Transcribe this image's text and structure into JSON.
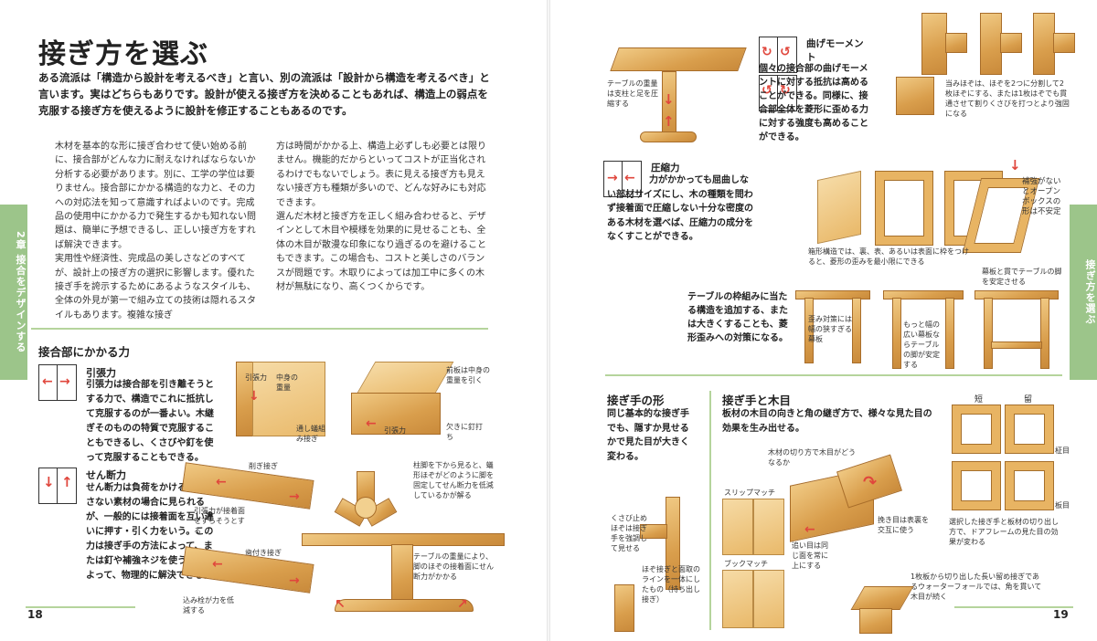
{
  "left": {
    "title": "接ぎ方を選ぶ",
    "lead": "ある流派は「構造から設計を考えるべき」と言い、別の流派は「設計から構造を考えるべき」と言います。実はどちらもありです。設計が使える接ぎ方を決めることもあれば、構造上の弱点を克服する接ぎ方を使えるように設計を修正することもあるのです。",
    "col1": "木材を基本的な形に接ぎ合わせて使い始める前に、接合部がどんな力に耐えなければならないか分析する必要があります。別に、工学の学位は要りません。接合部にかかる構造的な力と、その力への対応法を知って意識すればよいのです。完成品の使用中にかかる力で発生するかも知れない問題は、簡単に予想できるし、正しい接ぎ方をすれば解決できます。\n実用性や経済性、完成品の美しさなどのすべてが、設計上の接ぎ方の選択に影響します。優れた接ぎ手を誇示するためにあるようなスタイルも、全体の外見が第一で組み立ての技術は隠れるスタイルもあります。複雑な接ぎ",
    "col2": "方は時間がかかる上、構造上必ずしも必要とは限りません。機能的だからといってコストが正当化されるわけでもないでしょう。表に見える接ぎ方も見えない接ぎ方も種類が多いので、どんな好みにも対応できます。\n選んだ木材と接ぎ方を正しく組み合わせると、デザインとして木目や模様を効果的に見せることも、全体の木目が散漫な印象になり過ぎるのを避けることもできます。この場合も、コストと美しさのバランスが問題です。木取りによっては加工中に多くの木材が無駄になり、高くつくからです。",
    "section": "接合部にかかる力",
    "tension_title": "引張力",
    "tension_text": "引張力は接合部を引き離そうとする力で、構造でこれに抵抗して克服するのが一番よい。木継ぎそのものの特質で克服することもできるし、くさびや釘を使って克服することもできる。",
    "shear_title": "せん断力",
    "shear_text": "せん断力は負荷をかけるのに適さない素材の場合に見られるが、一般的には接着面を互い違いに押す・引く力をいう。この力は接ぎ手の方法によって、または釘や補強ネジを使うことによって、物理的に解決できる。",
    "lbl_tension_arrow": "引張力",
    "lbl_center_load": "中身の重量",
    "lbl_drawer": "通し蟻組み接ぎ",
    "lbl_frontboard": "前板は中身の重量を引く",
    "lbl_tension2": "引張力",
    "lbl_nail": "欠きに釘打ち",
    "lbl_scarf": "削ぎ接ぎ",
    "lbl_scarf_note": "引張力が接着面をずらそうとする",
    "lbl_toothed": "歯付き接ぎ",
    "lbl_toothed_note": "込み栓が力を低減する",
    "lbl_leg": "柱脚を下から見ると、蟻形ほぞがどのように脚を固定してせん断力を低減しているかが解る",
    "lbl_table_weight": "テーブルの重量により、脚のほぞの接着面にせん断力がかかる",
    "tab": "2章 接合をデザインする",
    "page": "18"
  },
  "right": {
    "lbl_table_top": "テーブルの重量は支柱と足を圧縮する",
    "bend_title": "曲げモーメント",
    "bend_text": "個々の接合部の曲げモーメントに対する抵抗は高めることができる。同様に、接合部全体を菱形に歪める力に対する強度も高めることができる。",
    "mortise_note": "当みほぞは、ほぞを2つに分割して2枚ほぞにする、または1枚はぞでも貫通させて割りくさびを打つとより強固になる",
    "comp_title": "圧縮力",
    "comp_text": "力がかかっても屈曲しない部材サイズにし、木の種類を問わず接着面で圧縮しない十分な密度のある木材を選べば、圧縮力の成分をなくすことができる。",
    "lbl_box": "補強がないとオープンボックスの形は不安定",
    "lbl_frame_fix": "箱形構造では、裏、表、あるいは表面に枠をつけると、菱形の歪みを最小限にできる",
    "lbl_rail_support": "幕板と貫でテーブルの脚を安定させる",
    "table_frame_text": "テーブルの枠組みに当たる構造を追加する、または大きくすることも、菱形歪みへの対策になる。",
    "lbl_weak": "歪み対策には幅の狭すぎる幕板",
    "lbl_wide": "もっと幅の広い幕板ならテーブルの脚が安定する",
    "shape_title": "接ぎ手の形",
    "shape_text": "同じ基本的な接ぎ手でも、隠すか見せるかで見た目が大きく変わる。",
    "grain_title": "接ぎ手と木目",
    "grain_text": "板材の木目の向きと角の継ぎ方で、様々な見た目の効果を生み出せる。",
    "lbl_wedge": "くさび止めほぞは接ぎ手を強調して見せる",
    "lbl_hidden": "ほぞ接ぎと面取のラインを一体にしたもの（持ち出し接ぎ）",
    "lbl_slip": "スリップマッチ",
    "lbl_book": "ブックマッチ",
    "lbl_cut": "木材の切り方で木目がどうなるか",
    "lbl_alternate": "挽き目は表裏を交互に使う",
    "lbl_same": "追い目は同じ面を常に上にする",
    "lbl_short": "短",
    "lbl_miter": "留",
    "lbl_grain1": "柾目",
    "lbl_grain2": "板目",
    "lbl_frame_note": "選択した接ぎ手と板材の切り出し方で、ドアフレームの見た目の効果が変わる",
    "lbl_waterfall": "1枚板から切り出した長い留め接ぎであるウォーターフォールでは、角を貫いて木目が続く",
    "tab": "接ぎ方を選ぶ",
    "page": "19"
  },
  "colors": {
    "accent": "#9cc58a",
    "arrow": "#e0463c",
    "wood": "#e3a75a"
  }
}
